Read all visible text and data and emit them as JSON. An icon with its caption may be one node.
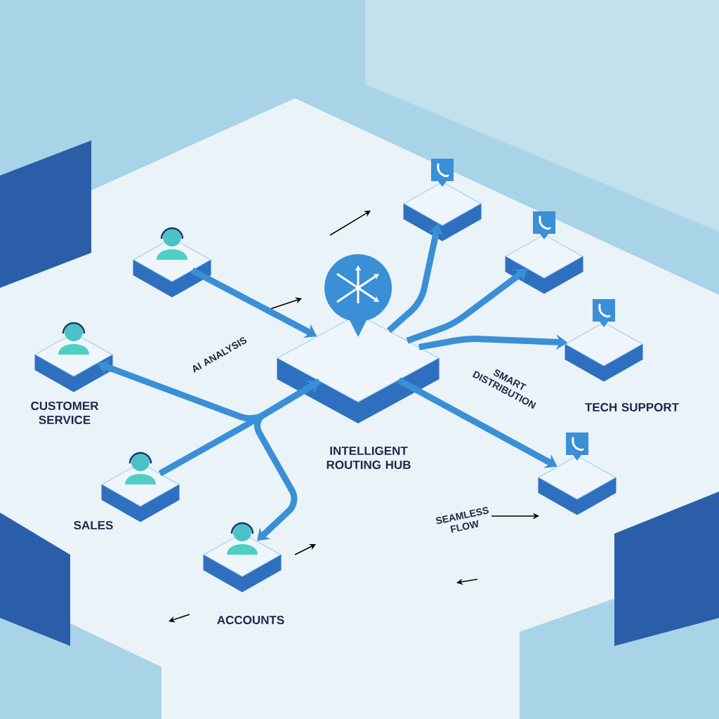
{
  "diagram": {
    "nodes": [
      {
        "text": [
          "INTELLIGENT ROUTING HUB"
        ]
      },
      {
        "text": [],
        "shape": "box"
      },
      {
        "text": [
          "CUSTOMER SERVICE"
        ]
      },
      {
        "text": [
          "SALES"
        ]
      },
      {
        "text": [
          "ACCOUNTS"
        ]
      },
      {
        "text": [],
        "shape": "box"
      },
      {
        "text": [],
        "shape": "box"
      },
      {
        "text": [
          "TECH SUPPORT"
        ]
      },
      {
        "text": [],
        "shape": "box"
      }
    ],
    "edges": [
      {
        "from": 1,
        "to": 0,
        "arrow": "to"
      },
      {
        "from": 0,
        "to": 2,
        "arrow": "to"
      },
      {
        "from": 3,
        "to": 0,
        "arrow": "to"
      },
      {
        "from": 0,
        "to": 4,
        "arrow": "to"
      },
      {
        "from": 0,
        "to": 5,
        "arrow": "to"
      },
      {
        "from": 0,
        "to": 6,
        "arrow": "to"
      },
      {
        "from": 0,
        "to": 7,
        "arrow": "to"
      },
      {
        "from": 0,
        "to": 8,
        "arrow": "to"
      }
    ],
    "labels": [
      "AI ANALYSIS",
      "SMART DISTRIBUTION",
      "SEAMLESS FLOW"
    ]
  }
}
